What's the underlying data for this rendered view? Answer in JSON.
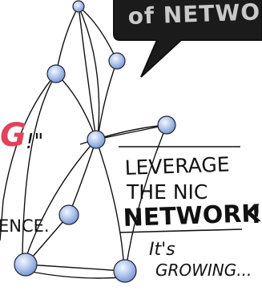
{
  "colors": {
    "background": "#ffffff",
    "bubble_fill": "#1b1b1b",
    "bubble_text": "#c9c9c9",
    "ink": "#111111",
    "accent_red": "#e0435a",
    "node_fill": "#b9cdee",
    "node_highlight": "#f3f7ff",
    "node_shadow": "#6f8fcf"
  },
  "speech_bubble": {
    "fragment_text": "of NETWORK"
  },
  "left_fragments": {
    "red_fragment": "G",
    "punct_fragment": "!\"",
    "ence_fragment": "ENCE."
  },
  "headline": {
    "line1": "LEVERAGE",
    "line2": "THE NIC",
    "line3": "NETWORK",
    "exclaim": "!"
  },
  "subnote": {
    "line1": "It's",
    "line2": "GROWING..."
  },
  "icons": {
    "node": "network-node-icon"
  }
}
